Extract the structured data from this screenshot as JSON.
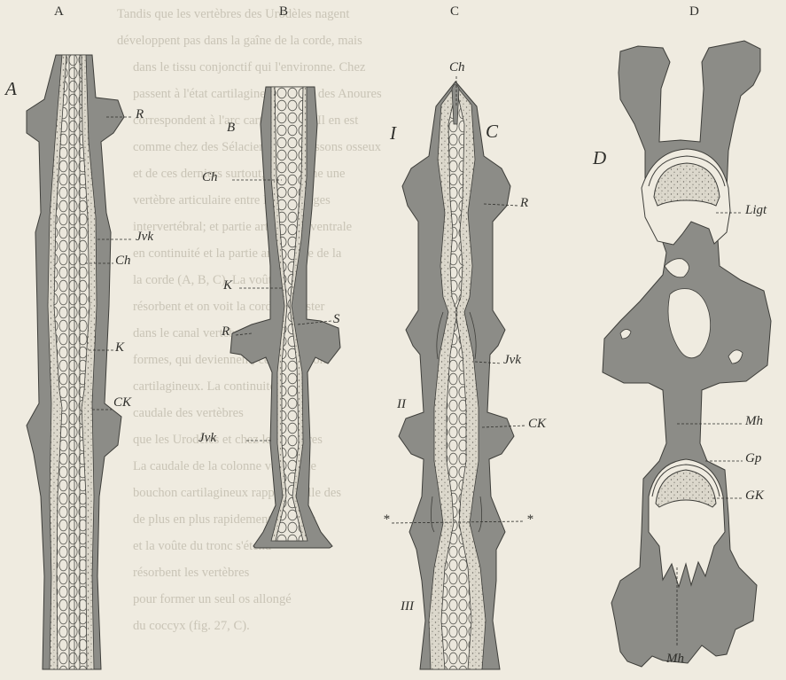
{
  "panels": {
    "A": {
      "header": "A",
      "letter": "A",
      "labels": {
        "R": "R",
        "Jvk": "Jvk",
        "Ch": "Ch",
        "K": "K",
        "CK": "CK"
      }
    },
    "B": {
      "header": "B",
      "letter": "B",
      "labels": {
        "Ch": "Ch",
        "K": "K",
        "R": "R",
        "S": "S",
        "Jvk": "Jvk"
      }
    },
    "C": {
      "header": "C",
      "letter": "C",
      "labels": {
        "Ch": "Ch",
        "R": "R",
        "Jvk": "Jvk",
        "CK": "CK",
        "star_left": "*",
        "star_right": "*",
        "roman_1": "I",
        "roman_2": "II",
        "roman_3": "III"
      }
    },
    "D": {
      "header": "D",
      "letter": "D",
      "labels": {
        "Ligt": "Ligt",
        "Mh": "Mh",
        "Gp": "Gp",
        "GK": "GK",
        "Mh_bottom": "Mh"
      }
    }
  },
  "colors": {
    "paper": "#efebe0",
    "tissue": "#8c8c87",
    "cartilage": "#dcd8cc",
    "ink": "#2f2f2b",
    "bleed_text": "#c9c4b6"
  },
  "background_text": [
    "Tandis que les vertèbres des Urodèles nagent",
    "développent pas dans la gaîne de la corde, mais",
    "dans le tissu conjonctif qui l'environne. Chez",
    "passent à l'état cartilagineux; celles des Anoures",
    "correspondent à l'arc cartilagineux. Il en est",
    "comme chez des Sélaciens, des Poissons osseux",
    "et de ces derniers surtout, il se forme une",
    "vertèbre articulaire entre les cartilages",
    "intervertébral; et partie articulaire ventrale",
    "en continuité et la partie articulaire de la",
    "la corde (A, B, C). La voûte et la",
    "résorbent et on voit la corde persister",
    "dans le canal vertébral en",
    "formes, qui deviennent, cervicales ont",
    "cartilagineux. La continuité de la",
    "caudale des vertèbres",
    "que les Urodèles et chez les Anoures",
    "La caudale de la colonne vertébrale",
    "bouchon cartilagineux rappelle celle des",
    "de plus en plus rapidement pendant",
    "et la voûte du tronc s'étend",
    "résorbent les vertèbres",
    "pour former un seul os allongé",
    "du coccyx (fig. 27, C)."
  ]
}
